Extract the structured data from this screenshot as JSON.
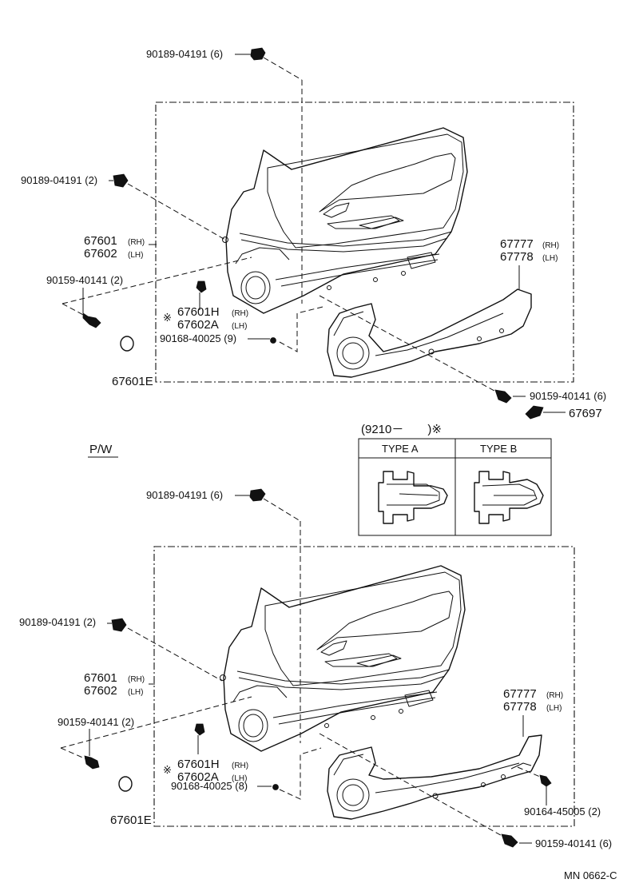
{
  "top": {
    "labels": {
      "clip_top": "90189-04191 (6)",
      "clip_left": "90189-04191 (2)",
      "board_rh": "67601",
      "board_rh_side": "(RH)",
      "board_lh": "67602",
      "board_lh_side": "(LH)",
      "screw_left": "90159-40141 (2)",
      "sub_rh": "67601H",
      "sub_rh_side": "(RH)",
      "sub_lh": "67602A",
      "sub_lh_side": "(LH)",
      "note_mark": "※",
      "screw_small": "90168-40025 (9)",
      "cap": "67601E",
      "lower_rh": "67777",
      "lower_rh_side": "(RH)",
      "lower_lh": "67778",
      "lower_lh_side": "(LH)",
      "screw_right": "90159-40141 (6)",
      "clip_right": "67697"
    }
  },
  "middle": {
    "pw_label": "P/W",
    "inset_heading": "(9210－　　)※",
    "type_a": "TYPE A",
    "type_b": "TYPE B"
  },
  "bottom": {
    "labels": {
      "clip_top": "90189-04191 (6)",
      "clip_left": "90189-04191 (2)",
      "board_rh": "67601",
      "board_rh_side": "(RH)",
      "board_lh": "67602",
      "board_lh_side": "(LH)",
      "screw_left": "90159-40141 (2)",
      "sub_rh": "67601H",
      "sub_rh_side": "(RH)",
      "sub_lh": "67602A",
      "sub_lh_side": "(LH)",
      "note_mark": "※",
      "screw_small": "90168-40025 (8)",
      "cap": "67601E",
      "lower_rh": "67777",
      "lower_rh_side": "(RH)",
      "lower_lh": "67778",
      "lower_lh_side": "(LH)",
      "screw_right2": "90164-45005 (2)",
      "screw_right": "90159-40141 (6)"
    }
  },
  "footer": {
    "drawing_code": "MN 0662-C"
  }
}
